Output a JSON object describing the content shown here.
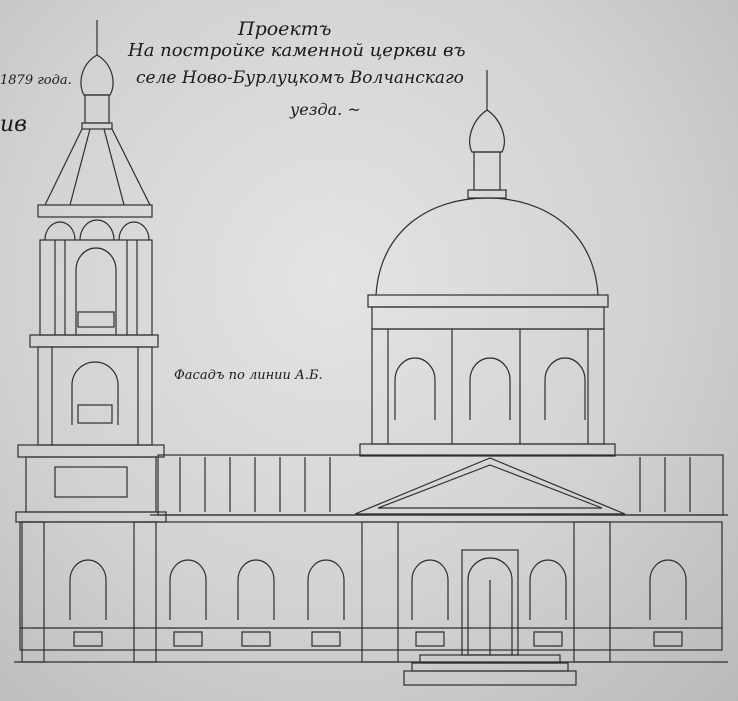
{
  "title": {
    "line1": "Проектъ",
    "line2": "На постройке каменной церкви въ",
    "line3": "селе Ново-Бурлуцкомъ Волчанскаго",
    "line4": "уезда. ~"
  },
  "year_note": "1879 года.",
  "signature_fragment": "ив",
  "facade_label": "Фасадъ по линии А.Б."
}
